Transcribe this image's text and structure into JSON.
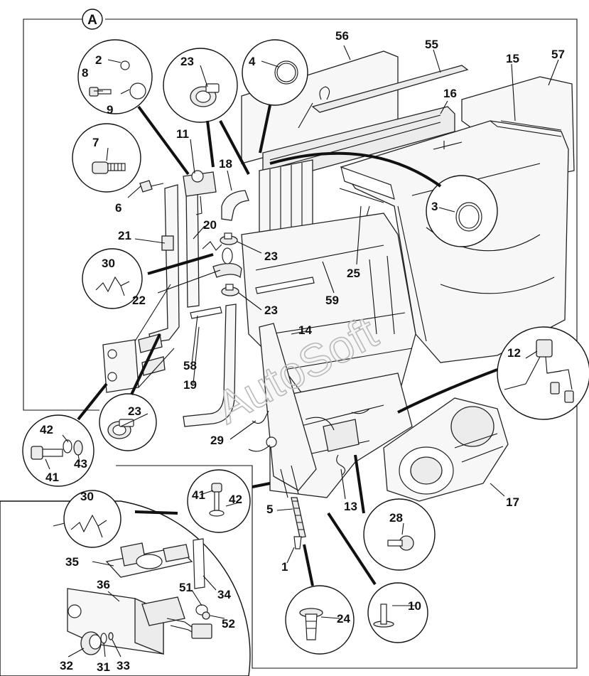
{
  "section_label": "A",
  "watermark": "AutoSoft",
  "callouts": {
    "c1": "1",
    "c2": "2",
    "c3": "3",
    "c4": "4",
    "c5": "5",
    "c6": "6",
    "c7": "7",
    "c8": "8",
    "c9": "9",
    "c10": "10",
    "c11": "11",
    "c12": "12",
    "c13": "13",
    "c14": "14",
    "c15": "15",
    "c16": "16",
    "c17": "17",
    "c18": "18",
    "c19": "19",
    "c20": "20",
    "c21": "21",
    "c22": "22",
    "c23": "23",
    "c24": "24",
    "c25": "25",
    "c28": "28",
    "c29": "29",
    "c30": "30",
    "c31": "31",
    "c32": "32",
    "c33": "33",
    "c34": "34",
    "c35": "35",
    "c36": "36",
    "c41": "41",
    "c42": "42",
    "c43": "43",
    "c51": "51",
    "c52": "52",
    "c55": "55",
    "c56": "56",
    "c57": "57",
    "c58": "58",
    "c59": "59"
  }
}
